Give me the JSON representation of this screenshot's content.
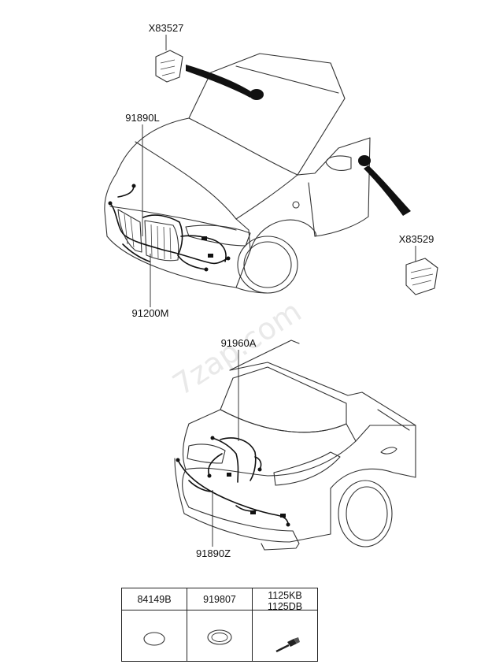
{
  "watermark": "7zap.com",
  "labels": {
    "x83527": "X83527",
    "p91890l": "91890L",
    "x83529": "X83529",
    "p91200m": "91200M",
    "p91960a": "91960A",
    "p91890z": "91890Z"
  },
  "table": {
    "col1": "84149B",
    "col2": "919807",
    "col3_line1": "1125KB",
    "col3_line2": "1125DB"
  }
}
